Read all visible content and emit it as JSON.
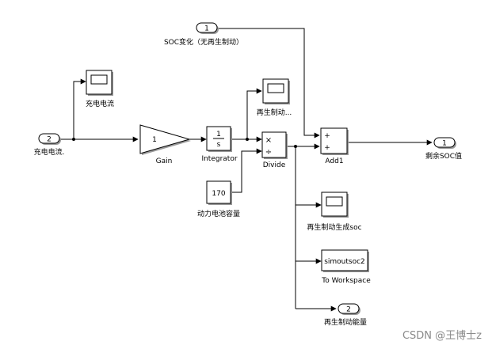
{
  "blocks": {
    "inport_soc_change": {
      "port_number": "1",
      "label": "SOC变化（无再生制动）"
    },
    "inport_charge_current": {
      "port_number": "2",
      "label": "充电电流."
    },
    "scope_charge_current": {
      "label": "充电电流"
    },
    "gain": {
      "value": "1",
      "label": "Gain"
    },
    "integrator": {
      "numerator": "1",
      "denominator": "s",
      "label": "Integrator"
    },
    "scope_regen": {
      "label": "再生制动..."
    },
    "constant_capacity": {
      "value": "170",
      "label": "动力电池容量"
    },
    "divide": {
      "label": "Divide"
    },
    "add1": {
      "sign_top": "+",
      "sign_bottom": "+",
      "label": "Add1"
    },
    "outport_remaining_soc": {
      "port_number": "1",
      "label": "剩余SOC值"
    },
    "scope_regen_soc": {
      "label": "再生制动生成soc"
    },
    "to_workspace": {
      "variable": "simoutsoc2",
      "label": "To Workspace"
    },
    "outport_regen_energy": {
      "port_number": "2",
      "label": "再生制动能量"
    }
  },
  "watermark": "CSDN @王博士z"
}
